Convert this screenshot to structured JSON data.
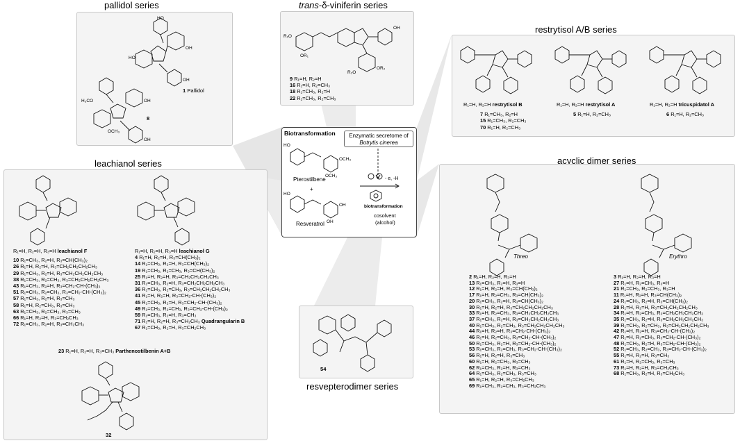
{
  "titles": {
    "pallidol": "pallidol series",
    "viniferin_prefix": "trans",
    "viniferin_mid": "-δ-viniferin series",
    "restrytisol": "restrytisol A/B series",
    "leachianol": "leachianol series",
    "acyclic": "acyclic dimer series",
    "resvepterodimer": "resvepterodimer series"
  },
  "pallidol": {
    "label1_num": "1",
    "label1_name": "Pallidol",
    "label8": "8"
  },
  "viniferin": {
    "rows": [
      {
        "num": "9",
        "text": "R₁=H, R₂=H"
      },
      {
        "num": "16",
        "text": "R₁=H, R₂=CH₃"
      },
      {
        "num": "18",
        "text": "R₁=CH₃, R₂=H"
      },
      {
        "num": "22",
        "text": "R₁=CH₃, R₂=CH₃"
      }
    ]
  },
  "restrytisol": {
    "col1": {
      "head_text": "R₁=H, R₂=H",
      "head_name": "restrytisol B",
      "rows": [
        {
          "num": "7",
          "text": "R₁=CH₃, R₂=H"
        },
        {
          "num": "15",
          "text": "R₁=CH₃, R₂=CH₃"
        },
        {
          "num": "70",
          "text": "R₁=H, R₂=CH₃"
        }
      ]
    },
    "col2": {
      "head_text": "R₁=H, R₂=H",
      "head_name": "restrytisol A",
      "rows": [
        {
          "num": "5",
          "text": "R₁=H, R₂=CH₃"
        }
      ]
    },
    "col3": {
      "head_text": "R₁=H, R₂=H",
      "head_name": "tricuspidatol A",
      "rows": [
        {
          "num": "6",
          "text": "R₁=H, R₂=CH₃"
        }
      ]
    }
  },
  "biotransformation": {
    "title": "Biotransformation",
    "enzyme_line1": "Enzymatic secretome of",
    "enzyme_line2": "Botrytis cinerea",
    "pterostilbene": "Pterostilbene",
    "plus": "+",
    "resveratrol": "Resveratrol",
    "electron": "- e, -H",
    "biotransformation_label": "biotransformation",
    "cosolvent": "cosolvent",
    "alcohol": "(alcohol)"
  },
  "leachianol": {
    "colF": {
      "head_text": "R₁=H, R₂=H, R₃=H",
      "head_name": "leachianol F",
      "rows": [
        {
          "num": "10",
          "text": "R₁=CH₃, R₂=H, R₃=CH(CH₃)₂"
        },
        {
          "num": "26",
          "text": "R₁=H, R₂=H, R₃=CH₂CH₂CH₂CH₃"
        },
        {
          "num": "29",
          "text": "R₁=CH₃, R₂=H, R₃=CH₂CH₂CH₂CH₃"
        },
        {
          "num": "38",
          "text": "R₁=CH₃, R₂=CH₃, R₃=CH₂CH₂CH₂CH₃"
        },
        {
          "num": "43",
          "text": "R₁=CH₃, R₂=H, R₃=CH₂-CH-(CH₃)₂"
        },
        {
          "num": "51",
          "text": "R₁=CH₃, R₂=CH₃, R₃=CH₂-CH-(CH₃)₂"
        },
        {
          "num": "57",
          "text": "R₁=CH₃, R₂=H, R₃=CH₃"
        },
        {
          "num": "58",
          "text": "R₁=H, R₂=CH₃, R₃=CH₃"
        },
        {
          "num": "63",
          "text": "R₁=CH₃, R₂=CH₃, R₃=CH₃"
        },
        {
          "num": "66",
          "text": "R₁=H, R₂=H, R₃=CH₂CH₃"
        },
        {
          "num": "72",
          "text": "R₁=CH₃, R₂=H, R₃=CH₂CH₃"
        }
      ]
    },
    "colG": {
      "head_text": "R₁=H, R₂=H, R₃=H",
      "head_name": "leachianol G",
      "rows": [
        {
          "num": "4",
          "text": "R₁=H, R₂=H, R₃=CH(CH₃)₂",
          "extra": ""
        },
        {
          "num": "14",
          "text": "R₁=CH₃, R₂=H, R₃=CH(CH₃)₂",
          "extra": ""
        },
        {
          "num": "19",
          "text": "R₁=CH₃, R₂=CH₃, R₃=CH(CH₃)₂",
          "extra": ""
        },
        {
          "num": "25",
          "text": "R₁=H, R₂=H, R₃=CH₂CH₂CH₂CH₃",
          "extra": ""
        },
        {
          "num": "31",
          "text": "R₁=CH₃, R₂=H, R₃=CH₂CH₂CH₂CH₃",
          "extra": ""
        },
        {
          "num": "36",
          "text": "R₁=CH₃, R₂=CH₃, R₃=CH₂CH₂CH₂CH₃",
          "extra": ""
        },
        {
          "num": "41",
          "text": "R₁=H, R₂=H, R₃=CH₂-CH-(CH₃)₂",
          "extra": ""
        },
        {
          "num": "45",
          "text": "R₁=CH₃, R₂=H, R₃=CH₂-CH-(CH₃)₂",
          "extra": ""
        },
        {
          "num": "49",
          "text": "R₁=CH₃, R₂=CH₃, R₃=CH₂-CH-(CH₃)₂",
          "extra": ""
        },
        {
          "num": "59",
          "text": "R₁=CH₃, R₂=H, R₃=CH₃",
          "extra": ""
        },
        {
          "num": "71",
          "text": "R₁=H, R₂=H, R₃=CH₂CH₃",
          "extra": "Quadrangularin B"
        },
        {
          "num": "67",
          "text": "R₁=CH₃, R₂=H, R₃=CH₂CH₃",
          "extra": ""
        }
      ]
    },
    "parth_num": "23",
    "parth_text": "R₁=H, R₂=H, R₃=CH₃",
    "parth_name": "Parthenostilbenin A+B",
    "label32": "32"
  },
  "resvepterodimer": {
    "label54": "54"
  },
  "acyclic": {
    "threo": "Threo",
    "erythro": "Erythro",
    "threo_rows": [
      {
        "num": "2",
        "text": "R₁=H, R₂=H, R₃=H"
      },
      {
        "num": "13",
        "text": "R₁=CH₃, R₂=H, R₃=H"
      },
      {
        "num": "12",
        "text": "R₁=H, R₂=H, R₃=CH(CH₃)₂"
      },
      {
        "num": "17",
        "text": "R₁=H, R₂=CH₃, R₃=CH(CH₃)₂"
      },
      {
        "num": "20",
        "text": "R₁=CH₃, R₂=H, R₃=CH(CH₃)₂"
      },
      {
        "num": "30",
        "text": "R₁=H, R₂=H, R₃=CH₂CH₂CH₂CH₃"
      },
      {
        "num": "33",
        "text": "R₁=H, R₂=CH₃, R₃=CH₂CH₂CH₂CH₃"
      },
      {
        "num": "37",
        "text": "R₁=CH₃, R₂=H, R₃=CH₂CH₂CH₂CH₃"
      },
      {
        "num": "40",
        "text": "R₁=CH₃, R₂=CH₃, R₃=CH₂CH₂CH₂CH₃"
      },
      {
        "num": "44",
        "text": "R₁=H, R₂=H, R₃=CH₂-CH-(CH₃)₂"
      },
      {
        "num": "46",
        "text": "R₁=H, R₂=CH₃, R₃=CH₂-CH-(CH₃)₂"
      },
      {
        "num": "50",
        "text": "R₁=CH₃, R₂=H, R₃=CH₂-CH-(CH₃)₂"
      },
      {
        "num": "53",
        "text": "R₁=CH₃, R₂=CH₃, R₃=CH₂-CH-(CH₃)₂"
      },
      {
        "num": "56",
        "text": "R₁=H, R₂=H, R₃=CH₃"
      },
      {
        "num": "60",
        "text": "R₁=H, R₂=CH₃, R₃=CH₃"
      },
      {
        "num": "62",
        "text": "R₁=CH₃, R₂=H, R₃=CH₃"
      },
      {
        "num": "64",
        "text": "R₁=CH₃, R₂=CH₃, R₃=CH₃"
      },
      {
        "num": "65",
        "text": "R₁=H, R₂=H, R₃=CH₂CH₃"
      },
      {
        "num": "69",
        "text": "R₁=CH₃, R₂=CH₃, R₃=CH₂CH₃"
      }
    ],
    "erythro_rows": [
      {
        "num": "3",
        "text": "R₁=H, R₂=H, R₃=H"
      },
      {
        "num": "27",
        "text": "R₁=H, R₂=CH₃, R₃=H"
      },
      {
        "num": "21",
        "text": "R₁=CH₃, R₂=CH₃, R₃=H"
      },
      {
        "num": "11",
        "text": "R₁=H, R₂=H, R₃=CH(CH₃)₂"
      },
      {
        "num": "24",
        "text": "R₁=CH₃, R₂=H, R₃=CH(CH₃)₂"
      },
      {
        "num": "28",
        "text": "R₁=H, R₂=H, R₃=CH₂CH₂CH₂CH₃"
      },
      {
        "num": "34",
        "text": "R₁=H, R₂=CH₃, R₃=CH₂CH₂CH₂CH₃"
      },
      {
        "num": "35",
        "text": "R₁=CH₃, R₂=H, R₃=CH₂CH₂CH₂CH₃"
      },
      {
        "num": "39",
        "text": "R₁=CH₃, R₂=CH₃, R₃=CH₂CH₂CH₂CH₃"
      },
      {
        "num": "42",
        "text": "R₁=H, R₂=H, R₃=CH₂-CH-(CH₃)₂"
      },
      {
        "num": "47",
        "text": "R₁=H, R₂=CH₃, R₃=CH₂-CH-(CH₃)₂"
      },
      {
        "num": "48",
        "text": "R₁=CH₃, R₂=H, R₃=CH₂-CH-(CH₃)₂"
      },
      {
        "num": "52",
        "text": "R₁=CH₃, R₂=CH₃, R₃=CH₂-CH-(CH₃)₂"
      },
      {
        "num": "55",
        "text": "R₁=H, R₂=H, R₃=CH₃"
      },
      {
        "num": "61",
        "text": "R₁=H, R₂=CH₃, R₃=CH₃"
      },
      {
        "num": "73",
        "text": "R₁=H, R₂=H, R₃=CH₂CH₃"
      },
      {
        "num": "68",
        "text": "R₁=CH₃, R₂=H, R₃=CH₂CH₃"
      }
    ]
  }
}
